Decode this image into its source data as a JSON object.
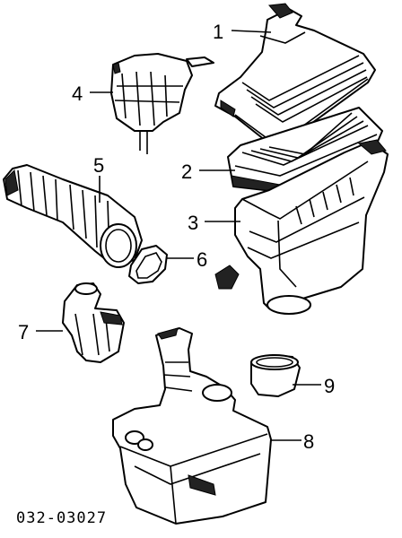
{
  "diagram_code": "032-03027",
  "callouts": [
    {
      "id": "1",
      "label": "1"
    },
    {
      "id": "2",
      "label": "2"
    },
    {
      "id": "3",
      "label": "3"
    },
    {
      "id": "4",
      "label": "4"
    },
    {
      "id": "5",
      "label": "5"
    },
    {
      "id": "6",
      "label": "6"
    },
    {
      "id": "7",
      "label": "7"
    },
    {
      "id": "8",
      "label": "8"
    },
    {
      "id": "9",
      "label": "9"
    }
  ]
}
